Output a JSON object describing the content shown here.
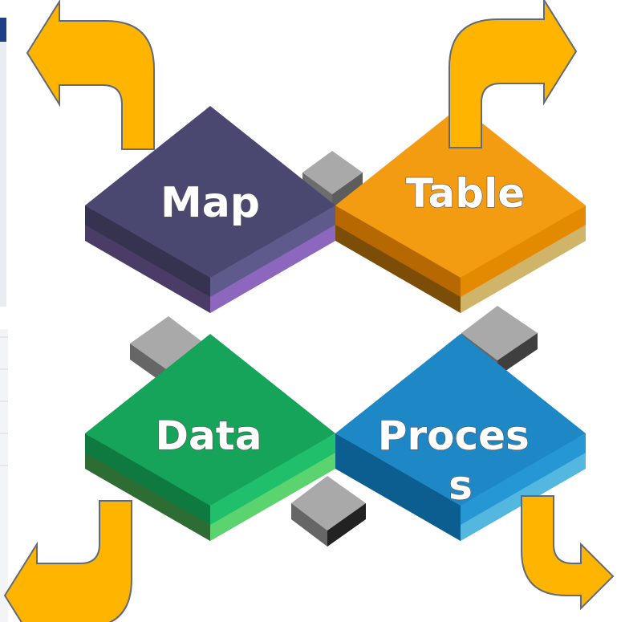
{
  "tiles": [
    {
      "key": "map",
      "label": "Map",
      "label_lines": [
        "Map"
      ],
      "top": "#4a4870",
      "top_dark": "#35334f",
      "layer1": "#6f4a9a",
      "layer2": "#9aa8b7",
      "side_dark": "#3b2f52"
    },
    {
      "key": "table",
      "label": "Table",
      "label_lines": [
        "Table"
      ],
      "top": "#f39c12",
      "top_dark": "#c96f00",
      "layer1": "#d08a2d",
      "layer2": "#c9c08a",
      "side_dark": "#7b4d06"
    },
    {
      "key": "data",
      "label": "Data",
      "label_lines": [
        "Data"
      ],
      "top": "#1fae5d",
      "top_dark": "#0d7f3f",
      "layer1": "#4bbf5d",
      "layer2": "#8fb39a",
      "side_dark": "#215e2c"
    },
    {
      "key": "process",
      "label": "Process",
      "label_lines": [
        "Proces",
        "s"
      ],
      "top": "#1e88c7",
      "top_dark": "#0b5e8f",
      "layer1": "#2b9fd0",
      "layer2": "#98c5cf",
      "side_dark": "#0a4d6f"
    }
  ],
  "arrow_colors": {
    "fill": "#ffb400",
    "stroke": "#5f6b7a"
  },
  "connector_colors": {
    "top": "#a9a9a9",
    "side": "#6d6d6d",
    "base": "#222222"
  },
  "backdrop_colors": {
    "panel": "#e6ebf1",
    "accent": "#1f3f86"
  }
}
